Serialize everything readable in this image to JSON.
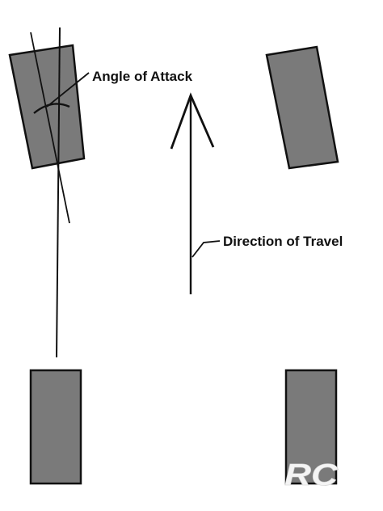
{
  "labels": {
    "angle_of_attack": "Angle of Attack",
    "direction_of_travel": "Direction of Travel"
  },
  "watermark": "RC",
  "colors": {
    "tire_fill": "#7a7a7a",
    "tire_outline": "#111111",
    "line": "#111111",
    "background": "#ffffff"
  }
}
